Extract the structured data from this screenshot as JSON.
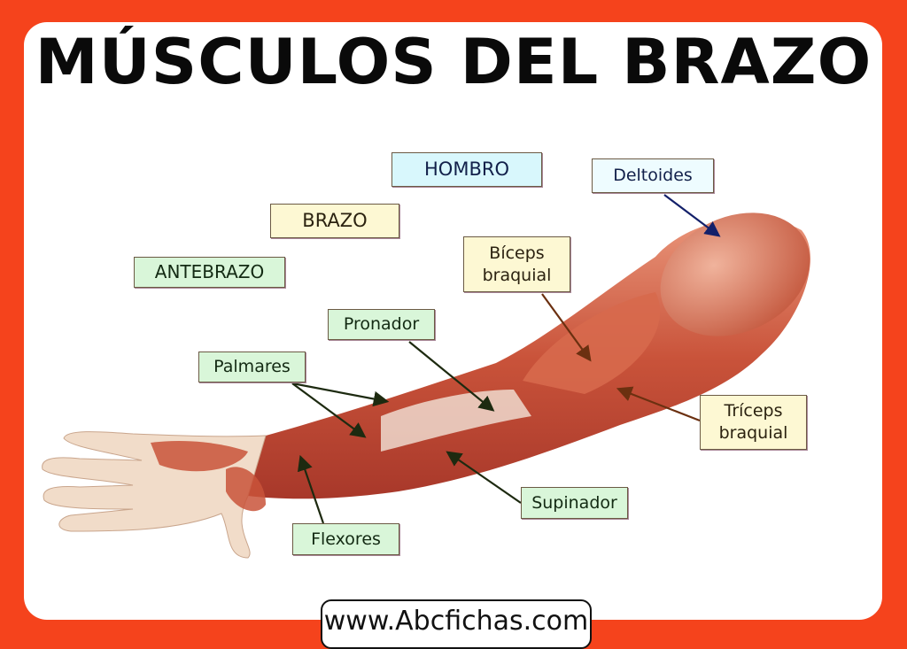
{
  "title": "MÚSCULOS DEL BRAZO",
  "regions": {
    "shoulder": "HOMBRO",
    "arm": "BRAZO",
    "forearm": "ANTEBRAZO"
  },
  "muscles": {
    "deltoid": "Deltoides",
    "biceps_line1": "Bíceps",
    "biceps_line2": "braquial",
    "pronator": "Pronador",
    "palmares": "Palmares",
    "triceps_line1": "Tríceps",
    "triceps_line2": "braquial",
    "supinator": "Supinador",
    "flexors": "Flexores"
  },
  "footer": "www.Abcfichas.com",
  "colors": {
    "border": "#f5431c",
    "muscle": "#c9533a",
    "tendon": "#f3e4d8"
  }
}
